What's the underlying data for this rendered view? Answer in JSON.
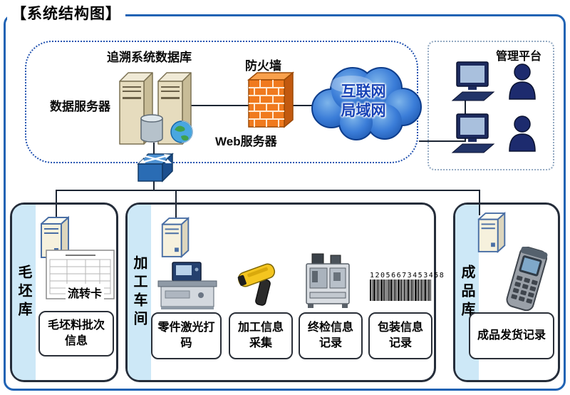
{
  "title": "【系统结构图】",
  "colors": {
    "frame_blue": "#2063b4",
    "dotted_blue": "#2353b0",
    "cloud_blue": "#3b7dd8",
    "firewall_orange": "#f07a1e",
    "strip_light_blue": "#cde8f7"
  },
  "top_area": {
    "db_title": "追溯系统数据库",
    "data_server": "数据服务器",
    "firewall": "防火墙",
    "web_server": "Web服务器",
    "cloud": {
      "line1": "互联网",
      "line2": "局域网"
    },
    "management": "管理平台"
  },
  "sections": {
    "blank": {
      "side": "毛坯库",
      "card": "流转卡",
      "box": "毛坯料批次信息"
    },
    "workshop": {
      "side": "加工车间",
      "barcode": "12056673453458",
      "boxes": [
        "零件激光打码",
        "加工信息采集",
        "终检信息记录",
        "包装信息记录"
      ]
    },
    "finished": {
      "side": "成品库",
      "box": "成品发货记录"
    }
  }
}
